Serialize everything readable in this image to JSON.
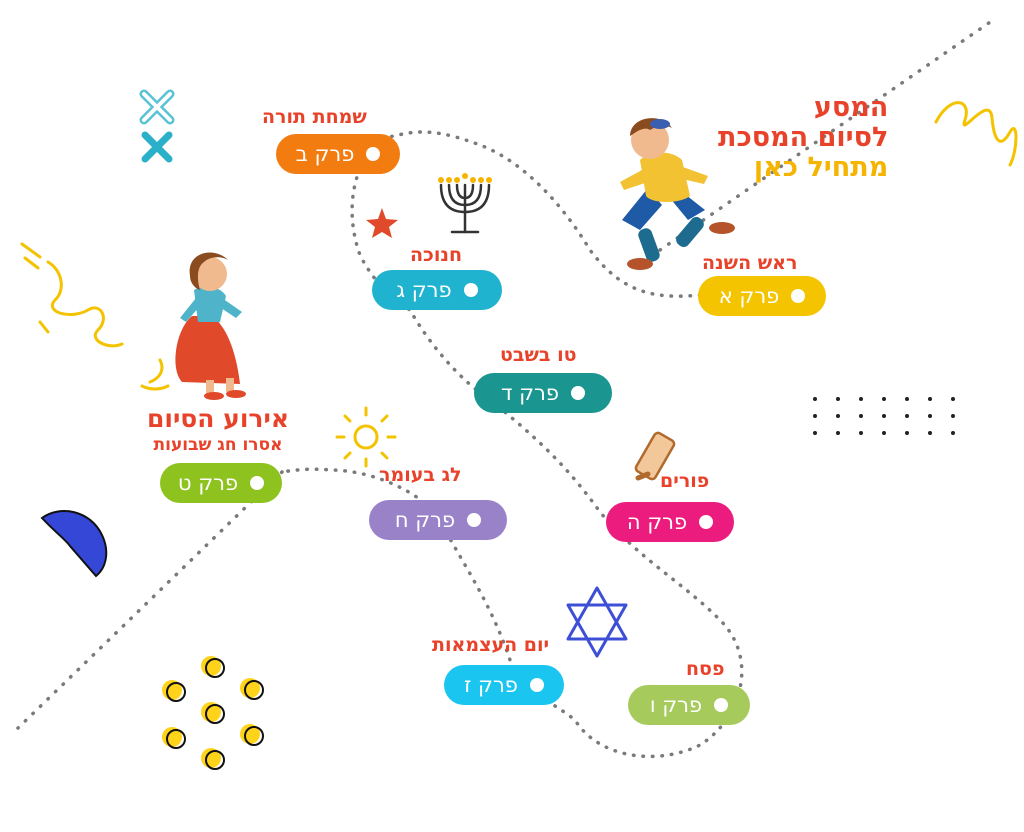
{
  "headline": {
    "line1": "המסע",
    "line2": "לסיום המסכת",
    "line3": "מתחיל כאן"
  },
  "finale": {
    "title": "אירוע הסיום",
    "subtitle": "אסרו חג שבועות"
  },
  "stations": [
    {
      "id": "a",
      "holiday": "ראש השנה",
      "chapter": "פרק א",
      "color": "#f5c400"
    },
    {
      "id": "b",
      "holiday": "שמחת תורה",
      "chapter": "פרק ב",
      "color": "#f37c11"
    },
    {
      "id": "g",
      "holiday": "חנוכה",
      "chapter": "פרק ג",
      "color": "#1fb3cf"
    },
    {
      "id": "d",
      "holiday": "טו בשבט",
      "chapter": "פרק ד",
      "color": "#1a9590"
    },
    {
      "id": "h",
      "holiday": "פורים",
      "chapter": "פרק ה",
      "color": "#ec1c7e"
    },
    {
      "id": "v",
      "holiday": "פסח",
      "chapter": "פרק ו",
      "color": "#a6cb5c"
    },
    {
      "id": "z",
      "holiday": "יום העצמאות",
      "chapter": "פרק ז",
      "color": "#1ac6f0"
    },
    {
      "id": "ch",
      "holiday": "לג בעומר",
      "chapter": "פרק ח",
      "color": "#9a82c9"
    },
    {
      "id": "t",
      "holiday": "",
      "chapter": "פרק ט",
      "color": "#8ec21f"
    }
  ],
  "colors": {
    "label_red": "#e8432a",
    "headline_yellow": "#f4b400",
    "path_dots": "#7a7a7a"
  },
  "decorations": [
    "x-mark-icon",
    "star-icon",
    "menorah-icon",
    "sun-icon",
    "grogger-icon",
    "star-of-david-icon",
    "half-circle-icon",
    "dots-grid-icon",
    "yellow-circles-icon",
    "running-boy-icon",
    "running-girl-icon",
    "swirl-icon",
    "squiggle-icon"
  ]
}
